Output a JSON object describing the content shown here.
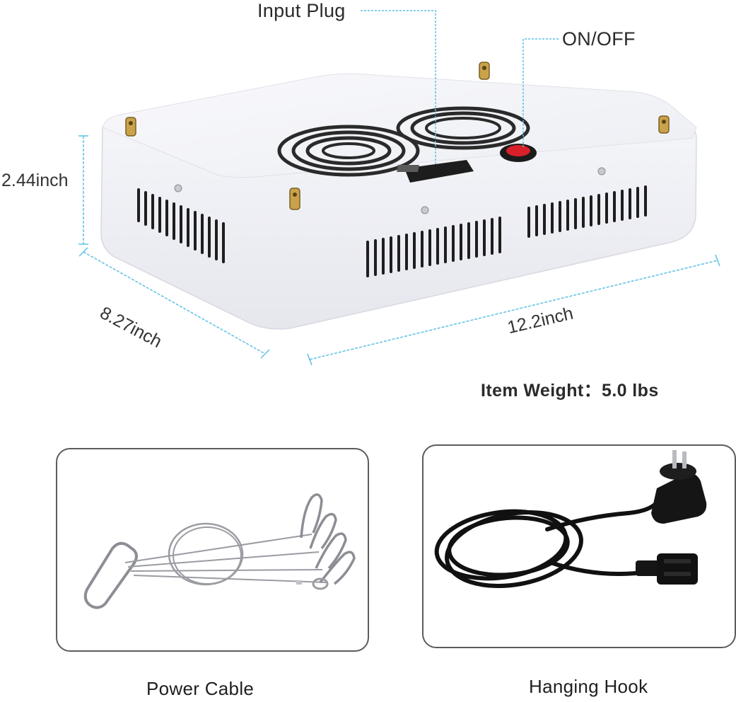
{
  "callouts": {
    "input_plug": "Input Plug",
    "on_off": "ON/OFF"
  },
  "dimensions": {
    "height": "2.44inch",
    "depth": "8.27inch",
    "width": "12.2inch"
  },
  "item_weight": "Item Weight：5.0 lbs",
  "accessories": {
    "left_caption": "Power Cable",
    "right_caption": "Hanging Hook"
  },
  "colors": {
    "dimension_line": "#5bc0e8",
    "switch_red": "#d8202a",
    "panel_body": "#f3f4f8",
    "box_border": "#5c5c5c",
    "cable_black": "#111111",
    "brass": "#c9a24a"
  }
}
